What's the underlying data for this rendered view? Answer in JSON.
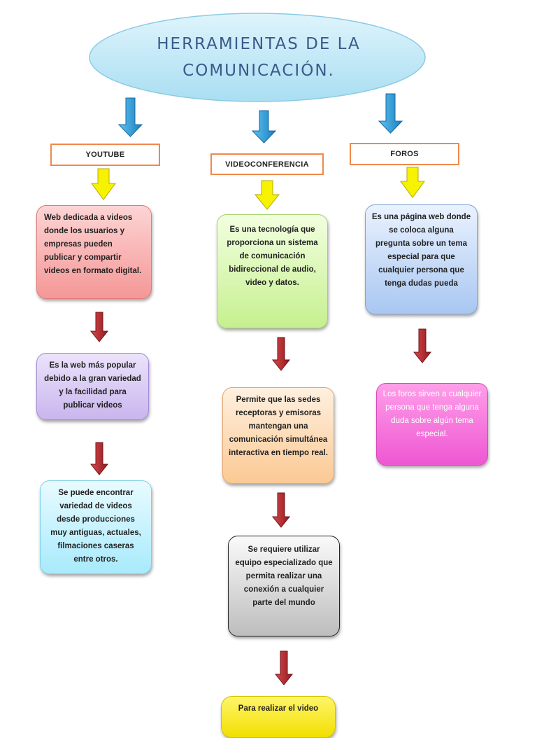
{
  "title": {
    "line1": "HERRAMIENTAS DE LA",
    "line2": "COMUNICACIÓN."
  },
  "headers": {
    "youtube": "YOUTUBE",
    "videoconferencia": "VIDEOCONFERENCIA",
    "foros": "FOROS"
  },
  "nodes": {
    "youtube_1": "Web dedicada a videos donde los usuarios y empresas pueden publicar y compartir videos en formato digital.",
    "youtube_2": "Es la web más popular debido a la gran variedad y la facilidad para publicar videos",
    "youtube_3": "Se puede encontrar variedad de videos desde producciones muy antiguas, actuales, filmaciones caseras entre otros.",
    "video_1": "Es una tecnología que proporciona un sistema de comunicación bidireccional de audio, video y datos.",
    "video_2": "Permite que las sedes receptoras y emisoras mantengan una comunicación simultánea interactiva en tiempo real.",
    "video_3": "Se requiere utilizar equipo especializado que permita realizar una conexión a cualquier parte del mundo",
    "video_4": "Para realizar el video",
    "foros_1": "Es una página web donde se coloca alguna pregunta sobre un tema especial para que cualquier persona que tenga dudas pueda",
    "foros_2": "Los foros sirven a cualquier persona que tenga alguna duda sobre algún tema especial."
  },
  "colors": {
    "blue_arrow": "#1f93d4",
    "yellow_arrow": "#f7f200",
    "red_arrow": "#b8282c",
    "title_ellipse": "#bfe8f6"
  }
}
